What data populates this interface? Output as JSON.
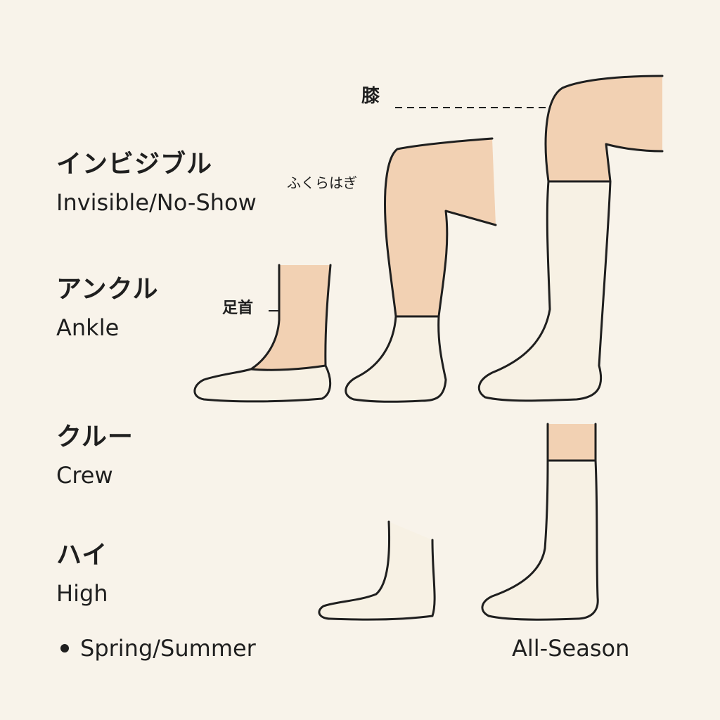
{
  "categories": [
    {
      "jp": "インビジブル",
      "en": "Invisible/No-Show"
    },
    {
      "jp": "アンクル",
      "en": "Ankle"
    },
    {
      "jp": "クルー",
      "en": "Crew"
    },
    {
      "jp": "ハイ",
      "en": "High"
    }
  ],
  "annotations": {
    "knee": "膝",
    "calf": "ふくらはぎ",
    "ankle": "足首"
  },
  "legend": {
    "spring_summer": "Spring/Summer",
    "all_season": "All-Season"
  },
  "colors": {
    "background": "#f8f3ea",
    "skin": "#f2d1b3",
    "sock": "#f7f1e4",
    "outline": "#1f1f1f"
  }
}
